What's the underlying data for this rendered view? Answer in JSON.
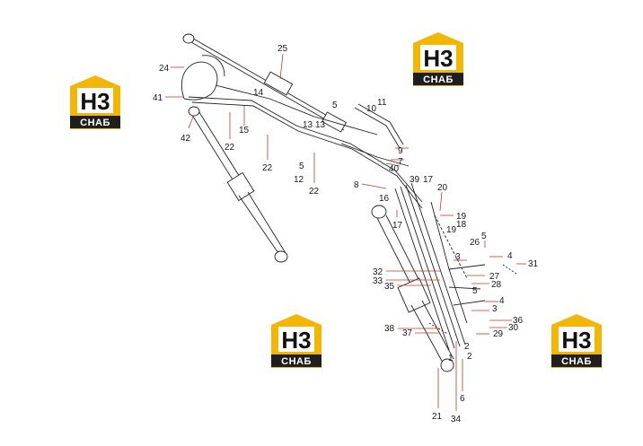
{
  "colors": {
    "logo_yellow": "#f2b705",
    "logo_dark": "#1e1e1e",
    "leader": "#c0392b",
    "line": "#222222"
  },
  "watermark": {
    "mark": "H3",
    "word": "СНАБ"
  },
  "callouts": [
    "25",
    "24",
    "14",
    "41",
    "5",
    "11",
    "10",
    "42",
    "22",
    "15",
    "13",
    "13",
    "9",
    "7",
    "22",
    "5",
    "12",
    "22",
    "40",
    "8",
    "39",
    "17",
    "20",
    "16",
    "19",
    "18",
    "19",
    "17",
    "26",
    "5",
    "4",
    "31",
    "3",
    "32",
    "27",
    "33",
    "28",
    "35",
    "5",
    "4",
    "3",
    "36",
    "38",
    "30",
    "37",
    "29",
    "2",
    "1",
    "2",
    "6",
    "21",
    "34"
  ]
}
